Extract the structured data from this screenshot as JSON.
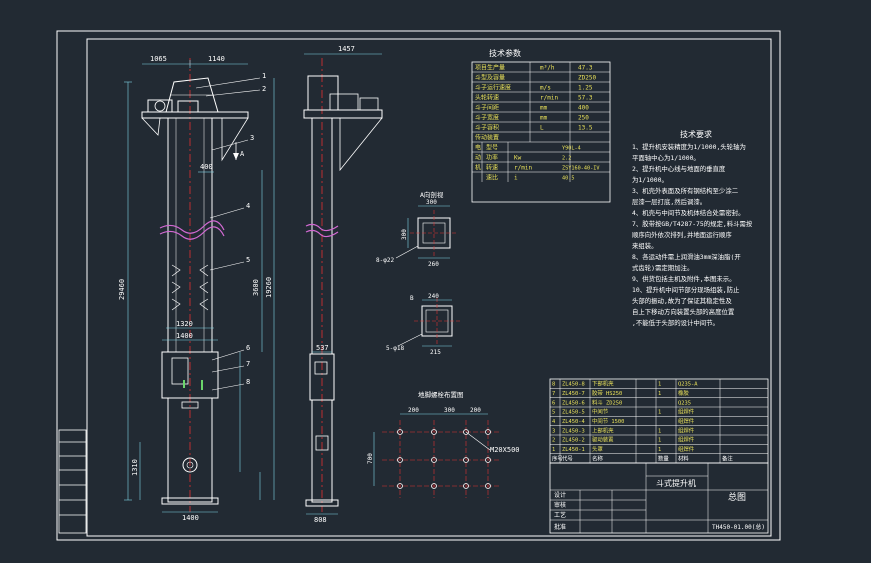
{
  "colors": {
    "background": "#222a33",
    "frame": "#ffffff",
    "yellow": "#e8e05a",
    "red": "#e03030",
    "green": "#6bd66b",
    "cyan": "#7fd6e8",
    "magenta": "#d36ad3"
  },
  "front_view": {
    "dims": {
      "top_left": "1065",
      "top_right": "1140",
      "height_total": "29460",
      "width_mid": "400",
      "w1320": "1320",
      "w1400": "1400",
      "bottom": "1400",
      "side_h1": "1310",
      "side_h2": "3600"
    },
    "callouts": [
      "1",
      "2",
      "3",
      "4",
      "5",
      "6",
      "7",
      "8"
    ],
    "section_mark": "A"
  },
  "side_view": {
    "dims": {
      "top": "1457",
      "height": "19260",
      "mid": "537",
      "bottom": "808"
    }
  },
  "tech_params": {
    "title": "技术参数",
    "rows": [
      [
        "项目生产量",
        "m³/h",
        "47.3"
      ],
      [
        "斗型及容量",
        "",
        "ZD250"
      ],
      [
        "斗子运行速度",
        "m/s",
        "1.25"
      ],
      [
        "头轮转速",
        "r/min",
        "57.3"
      ],
      [
        "斗子间距",
        "mm",
        "400"
      ],
      [
        "斗子宽度",
        "mm",
        "250"
      ],
      [
        "斗子容积",
        "L",
        "13.5"
      ],
      [
        "传动装置",
        "",
        ""
      ]
    ],
    "drive_rows": [
      [
        "电",
        "型号",
        "",
        "Y90L-4"
      ],
      [
        "动",
        "功率",
        "Kw",
        "2.2"
      ],
      [
        "机",
        "转速",
        "r/min",
        "ZSY160-40-IV"
      ],
      [
        "",
        "速比",
        "i",
        "40.5"
      ]
    ]
  },
  "tech_requirements": {
    "title": "技术要求",
    "items": [
      "1、提升机安装精度为1/1000,头轮轴为",
      "   平面轴中心为1/1000。",
      "2、提升机中心线与地面的垂直度",
      "   为1/1000。",
      "3、机壳外表面及所有钢结构至少涂二",
      "   层漆一层打底,然后调漆。",
      "4、机壳与中间节及机体结合处需密封。",
      "7、胶带按GB/T4287-75的规定,料斗需按",
      "   顺序向外依次排列,并地面运行顺序",
      "   来组装。",
      "8、各运动件需上润滑油3mm深油脂(开",
      "   式齿轮)需定期加注。",
      "9、供货包括主机及附件,本图未示。",
      "10、提升机中间节部分现场组装,防止",
      "   头部的振动,故为了保证其稳定性及",
      "   自上下移动方向装置头部的高度位置",
      "   ,不能低于头部的设计中间节。"
    ]
  },
  "detail_a": {
    "title": "A向剖视",
    "dims": [
      "300",
      "300",
      "260"
    ],
    "hole": "8-φ22"
  },
  "detail_b": {
    "title": "B",
    "dims": [
      "240",
      "215"
    ],
    "hole": "5-φ18"
  },
  "foundation": {
    "title": "地脚螺栓布置图",
    "dims": [
      "200",
      "300",
      "200"
    ],
    "bolt": "M20X500",
    "side": "700"
  },
  "bom": {
    "rows": [
      [
        "8",
        "ZL450-8",
        "下部机壳",
        "",
        "1",
        "Q235-A",
        ""
      ],
      [
        "7",
        "ZL450-7",
        "胶带 HS250",
        "",
        "1",
        "橡胶",
        ""
      ],
      [
        "6",
        "ZL450-6",
        "料斗 ZD250",
        "",
        "",
        "Q235",
        ""
      ],
      [
        "5",
        "ZL450-5",
        "中间节",
        "",
        "1",
        "组焊件",
        ""
      ],
      [
        "4",
        "ZL450-4",
        "中间节 1500",
        "",
        "",
        "组焊件",
        ""
      ],
      [
        "3",
        "ZL450-3",
        "上部机壳",
        "",
        "1",
        "组焊件",
        ""
      ],
      [
        "2",
        "ZL450-2",
        "驱动装置",
        "",
        "1",
        "组焊件",
        ""
      ],
      [
        "1",
        "ZL450-1",
        "头罩",
        "",
        "1",
        "组焊件",
        ""
      ]
    ],
    "header": [
      "序号",
      "代号",
      "名称",
      "",
      "数量",
      "材料",
      "备注"
    ]
  },
  "title_block": {
    "drawing_name": "斗式提升机",
    "drawing_code": "TH450-01.00(总)",
    "sheet_label": "总图",
    "left_labels": [
      "设计",
      "审核",
      "工艺",
      "批准"
    ]
  }
}
